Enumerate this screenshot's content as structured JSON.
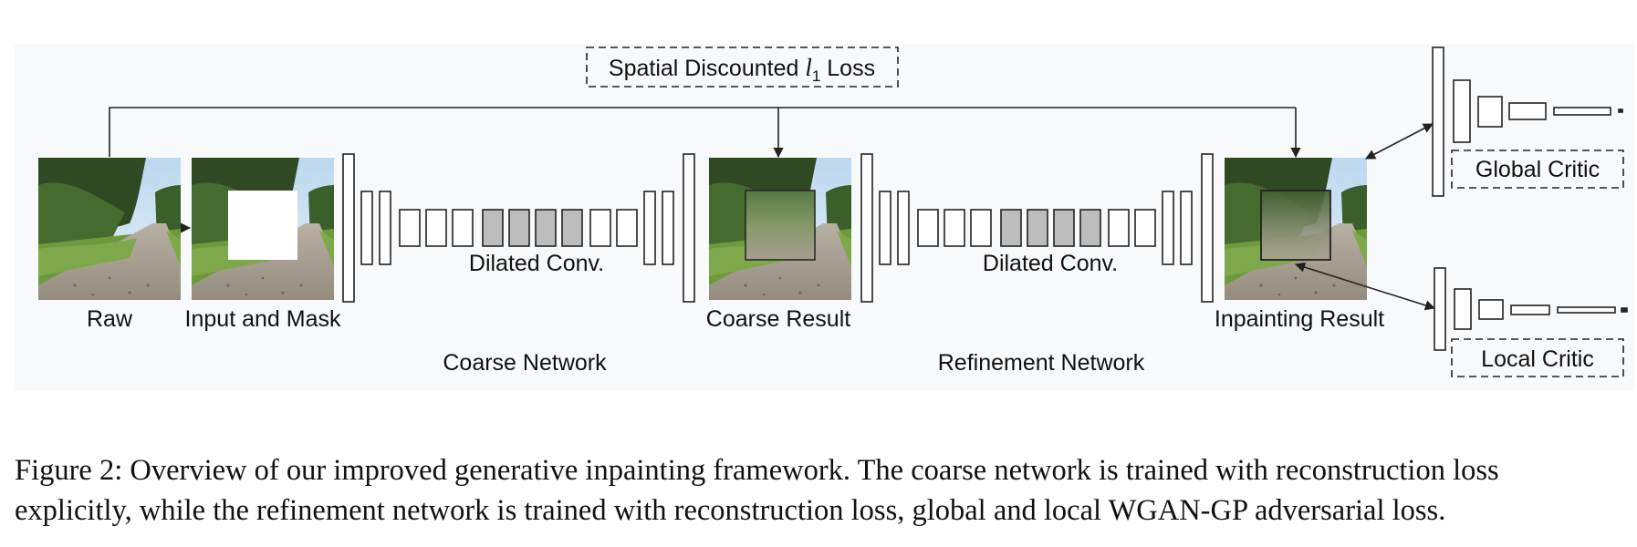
{
  "figure": {
    "loss_box": {
      "prefix": "Spatial Discounted ",
      "symbol": "l",
      "subscript": "1",
      "suffix": " Loss"
    },
    "image_labels": {
      "raw": "Raw",
      "input_mask": "Input and Mask",
      "coarse_result": "Coarse Result",
      "inpainting_result": "Inpainting Result"
    },
    "block_labels": {
      "dilated_1": "Dilated Conv.",
      "dilated_2": "Dilated Conv."
    },
    "network_labels": {
      "coarse": "Coarse Network",
      "refinement": "Refinement Network"
    },
    "critics": {
      "global": "Global Critic",
      "local": "Local Critic"
    },
    "colors": {
      "background": "#f8f9fb",
      "line": "#222222",
      "dilated_fill": "#bdbdbd",
      "sky": "#c9dff0",
      "foliage_dark": "#2f4a23",
      "foliage_light": "#6e9a3e",
      "road": "#a79f94"
    }
  },
  "caption": {
    "line1": "Figure 2: Overview of our improved generative inpainting framework. The coarse network is trained with reconstruction loss",
    "line2": "explicitly, while the refinement network is trained with reconstruction loss, global and local WGAN-GP adversarial loss."
  }
}
